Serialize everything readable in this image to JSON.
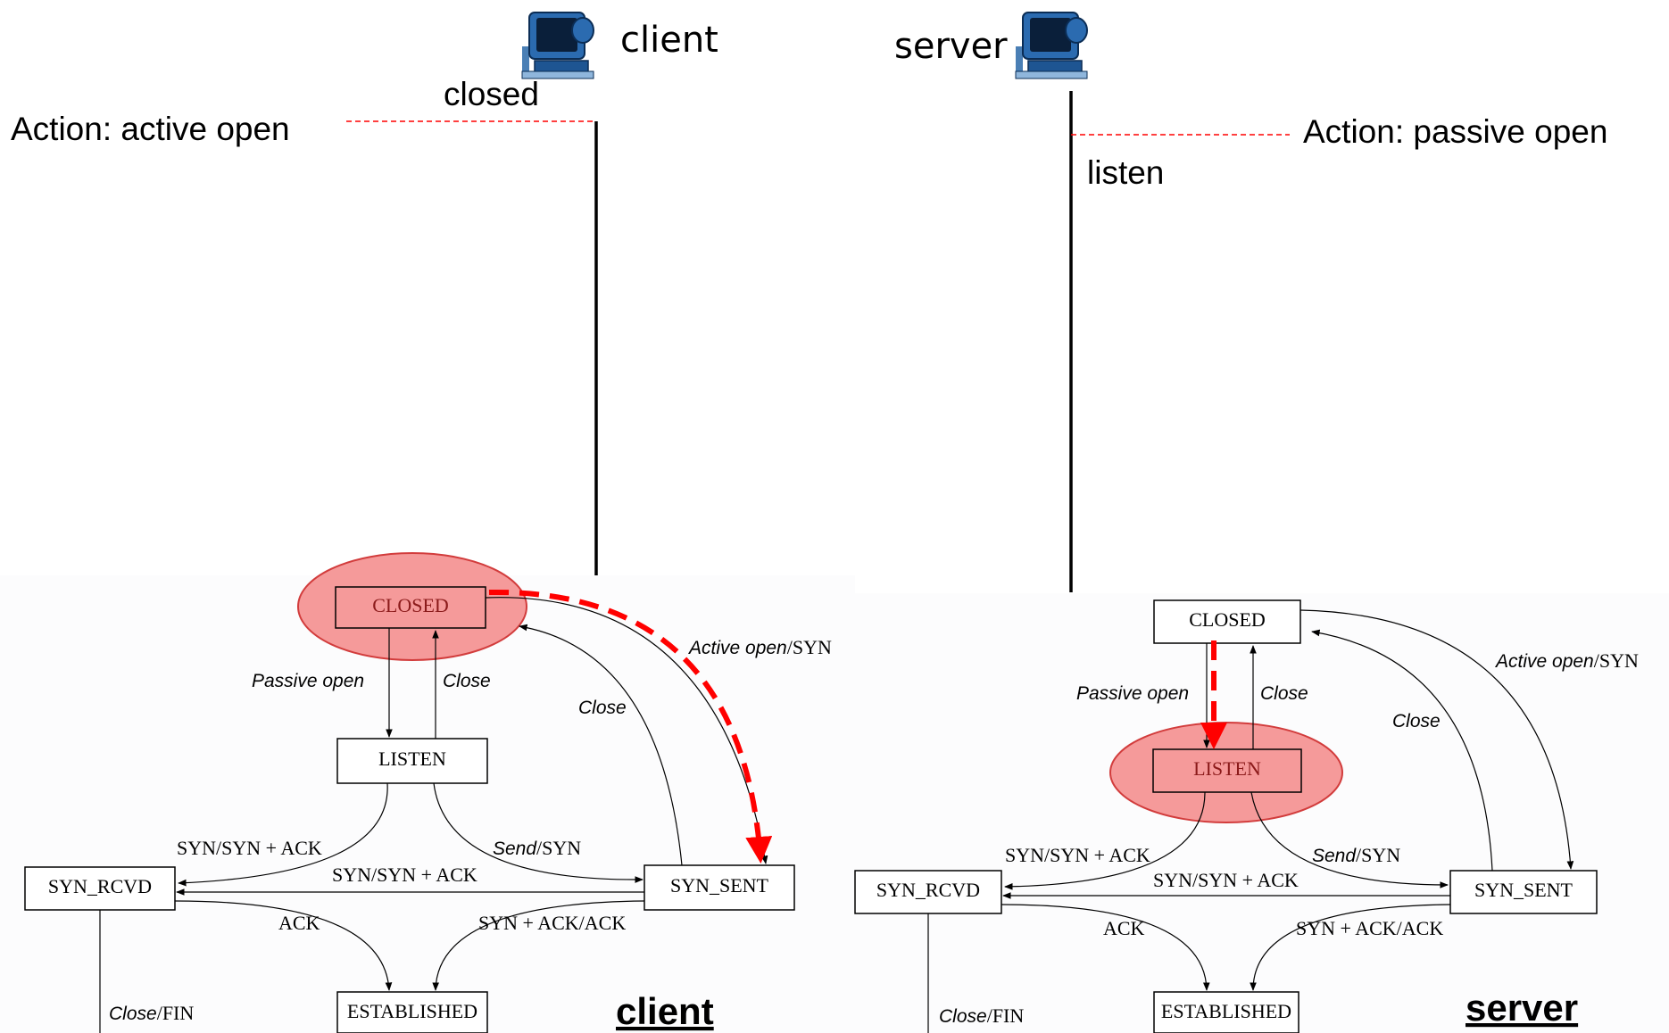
{
  "top": {
    "client_label": "client",
    "server_label": "server",
    "client_state": "closed",
    "server_state": "listen",
    "client_action": "Action: active open",
    "server_action": "Action: passive open"
  },
  "colors": {
    "highlight_fill": "#f59a9a",
    "highlight_stroke": "#d23c3c",
    "dash_red": "#ff0000"
  },
  "diagram": {
    "states": {
      "closed": "CLOSED",
      "listen": "LISTEN",
      "syn_rcvd": "SYN_RCVD",
      "syn_sent": "SYN_SENT",
      "established": "ESTABLISHED"
    },
    "labels": {
      "active_open_it": "Active open",
      "active_open_rest": "/SYN",
      "passive_open": "Passive open",
      "close": "Close",
      "close2": "Close",
      "syn_synack_left": "SYN/SYN + ACK",
      "syn_synack_mid": "SYN/SYN + ACK",
      "send_it": "Send",
      "send_rest": "/SYN",
      "ack": "ACK",
      "synack_ack": "SYN + ACK/ACK",
      "close_fin_it": "Close",
      "close_fin_rest": "/FIN"
    }
  },
  "footer": {
    "client_title": "client",
    "server_title": "server"
  }
}
